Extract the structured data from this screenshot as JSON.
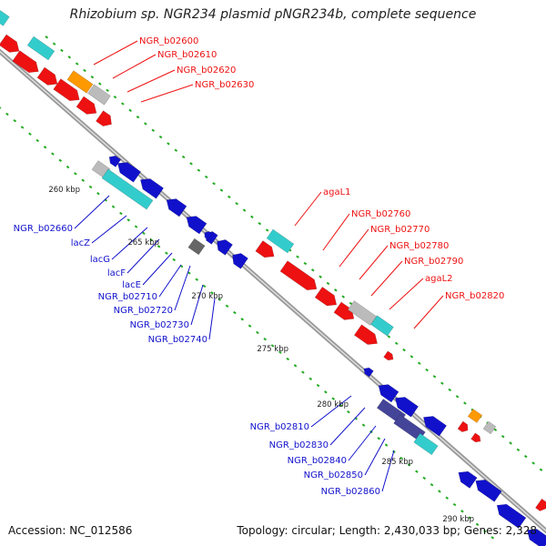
{
  "title": "Rhizobium sp. NGR234 plasmid pNGR234b, complete sequence",
  "footer": {
    "accession": "Accession: NC_012586",
    "topology": "Topology: circular; Length: 2,430,033 bp; Genes: 2,328"
  },
  "colors": {
    "forward": "#ee1111",
    "reverse": "#1111cc",
    "dark_reverse": "#444499",
    "cyan": "#33cccc",
    "orange": "#ff9900",
    "gray": "#bbbbbb",
    "dark_gray": "#666666",
    "backbone": "#888888",
    "tick_green": "#22aa22"
  },
  "kbp_labels": [
    "260 kbp",
    "265 kbp",
    "270 kbp",
    "275 kbp",
    "280 kbp",
    "285 kbp",
    "290 kbp"
  ],
  "red_labels": [
    "NGR_b02600",
    "NGR_b02610",
    "NGR_b02620",
    "NGR_b02630",
    "agaL1",
    "NGR_b02760",
    "NGR_b02770",
    "NGR_b02780",
    "NGR_b02790",
    "agaL2",
    "NGR_b02820"
  ],
  "blue_labels": [
    "NGR_b02660",
    "lacZ",
    "lacG",
    "lacF",
    "lacE",
    "NGR_b02710",
    "NGR_b02720",
    "NGR_b02730",
    "NGR_b02740",
    "NGR_b02810",
    "NGR_b02830",
    "NGR_b02840",
    "NGR_b02850",
    "NGR_b02860"
  ]
}
